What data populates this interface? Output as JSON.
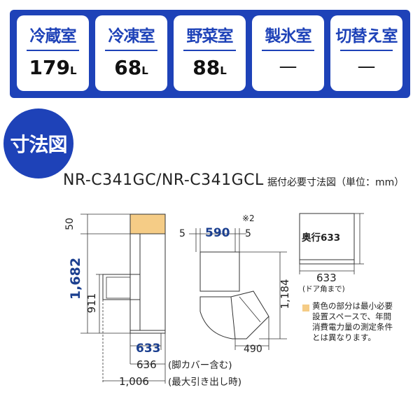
{
  "capacity": [
    {
      "name": "冷蔵室",
      "value": "179",
      "unit": "L"
    },
    {
      "name": "冷凍室",
      "value": "68",
      "unit": "L"
    },
    {
      "name": "野菜室",
      "value": "88",
      "unit": "L"
    },
    {
      "name": "製氷室",
      "value": "—",
      "unit": ""
    },
    {
      "name": "切替え室",
      "value": "—",
      "unit": ""
    }
  ],
  "section_title": "寸法図",
  "model": "NR-C341GC/NR-C341GCL",
  "model_note": "据付必要寸法図（単位：mm）",
  "side_view": {
    "top_clearance": "50",
    "total_height": "1,682",
    "door_handle_height": "911",
    "depth": "633",
    "depth_with_foot": "636",
    "depth_with_foot_note": "(脚カバー含む)",
    "max_depth": "1,006",
    "max_depth_note": "(最大引き出し時)"
  },
  "front_view": {
    "footnote_mark": "※2",
    "side_clearance_left": "5",
    "width": "590",
    "side_clearance_right": "5",
    "height_to_door": "1,184",
    "door_open_width": "490"
  },
  "top_view": {
    "depth_label": "奥行633",
    "width_label": "633",
    "width_note": "(ドア角まで)"
  },
  "legend": {
    "lines": [
      "黄色の部分は最小必要",
      "設置スペースで、年間",
      "消費電力量の測定条件",
      "とは異なります。"
    ]
  },
  "colors": {
    "brand_blue": "#1e42b8",
    "dim_blue": "#1b3f8f",
    "clearance_yellow": "#f5cc86"
  }
}
